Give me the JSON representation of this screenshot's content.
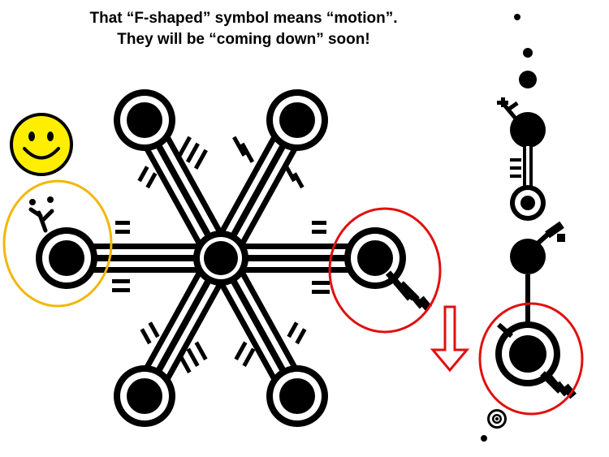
{
  "caption": {
    "line1": "That “F-shaped” symbol means “motion”.",
    "line2": "They will be “coming down” soon!"
  },
  "colors": {
    "ink": "#000000",
    "background": "#ffffff",
    "smiley_fill": "#ffee00",
    "yellow_ring": "#f2b705",
    "red_ring": "#e01010",
    "down_arrow": "#e01010"
  },
  "icons": [
    "smiley-face-icon",
    "antler-motion-glyph",
    "key-glyph",
    "down-arrow-icon",
    "target-rings-icon"
  ]
}
